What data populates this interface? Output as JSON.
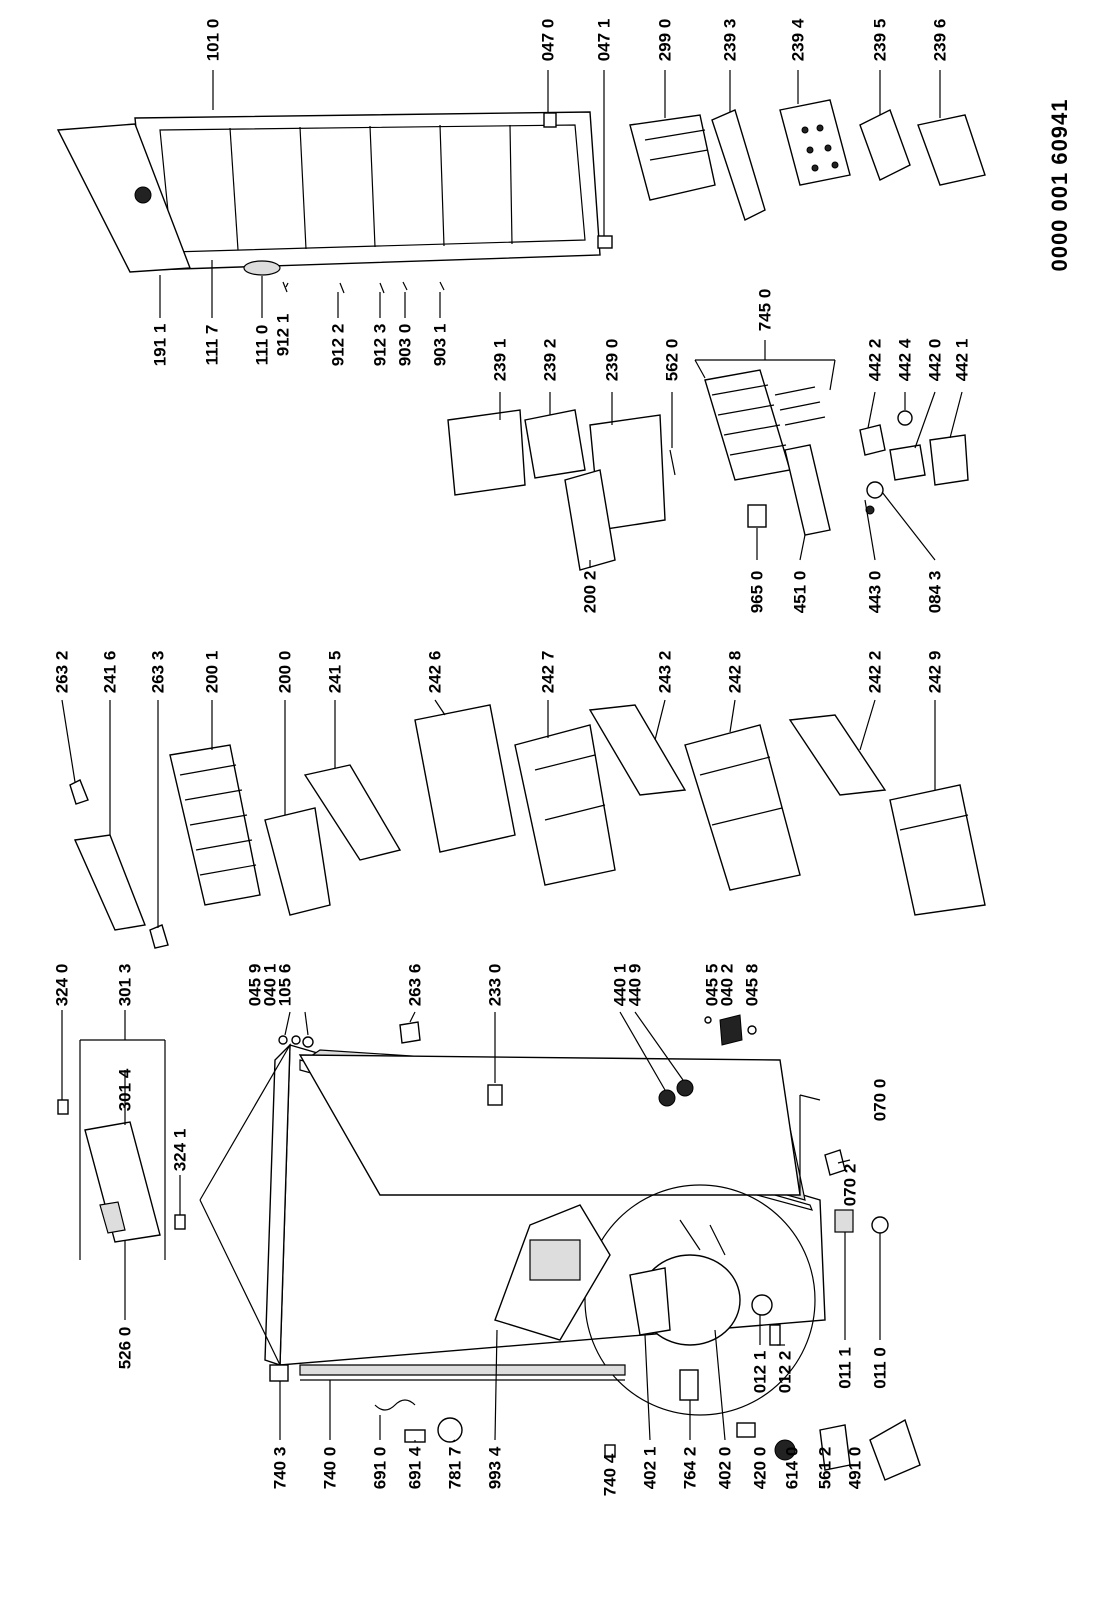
{
  "document_code": "0000 001 60941",
  "part_labels": [
    "101 0",
    "047 0",
    "047 1",
    "299 0",
    "239 3",
    "239 4",
    "239 5",
    "239 6",
    "191 1",
    "111 7",
    "111 0",
    "912 1",
    "912 2",
    "912 3",
    "903 0",
    "903 1",
    "239 1",
    "239 2",
    "239 0",
    "562 0",
    "745 0",
    "442 2",
    "442 4",
    "442 0",
    "442 1",
    "200 2",
    "965 0",
    "451 0",
    "443 0",
    "084 3",
    "263 2",
    "241 6",
    "263 3",
    "200 1",
    "200 0",
    "241 5",
    "242 6",
    "242 7",
    "243 2",
    "242 8",
    "242 2",
    "242 9",
    "324 0",
    "301 3",
    "301 4",
    "324 1",
    "526 0",
    "045 9",
    "040 1",
    "105 6",
    "263 6",
    "233 0",
    "440 1",
    "440 9",
    "045 5",
    "040 2",
    "045 8",
    "070 0",
    "070 2",
    "011 1",
    "011 0",
    "012 1",
    "012 2",
    "740 3",
    "740 0",
    "691 0",
    "691 4",
    "781 7",
    "993 4",
    "740 4",
    "402 1",
    "764 2",
    "402 0",
    "420 0",
    "614 0",
    "561 2",
    "491 0"
  ]
}
